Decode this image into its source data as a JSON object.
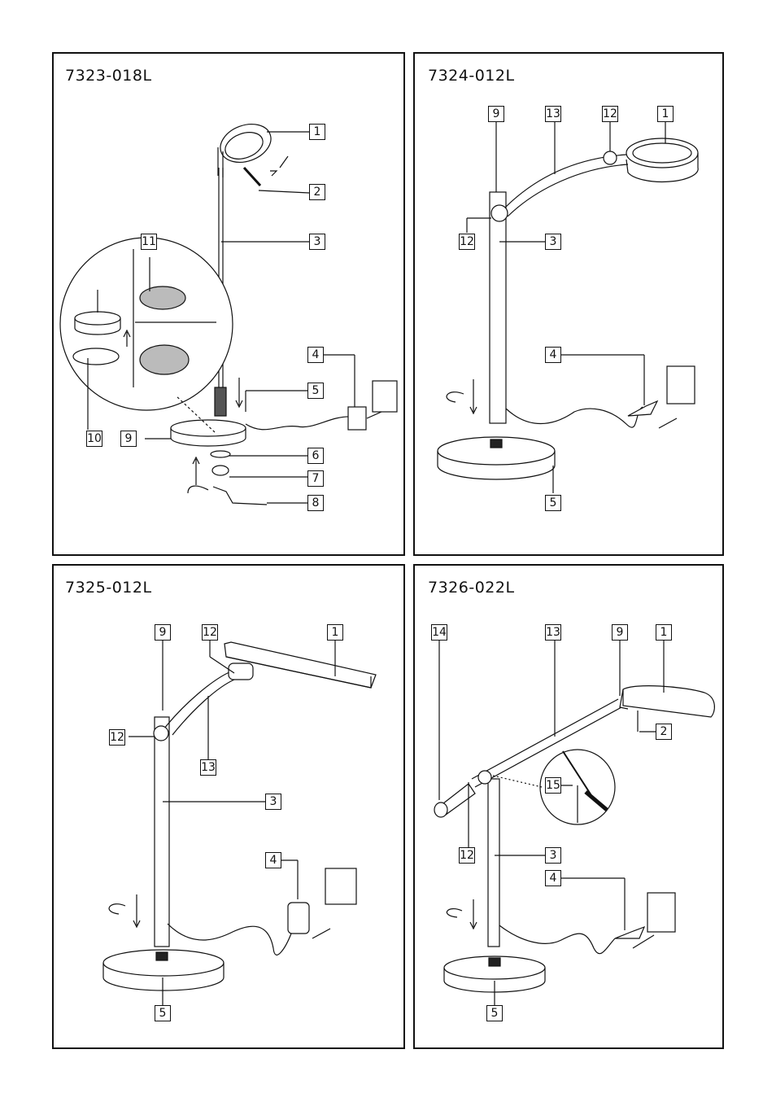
{
  "panels": [
    {
      "model": "7323-018L",
      "labels": {
        "l1": "1",
        "l2": "2",
        "l3": "3",
        "l4": "4",
        "l5": "5",
        "l6": "6",
        "l7": "7",
        "l8": "8",
        "l9": "9",
        "l10": "10",
        "l11": "11"
      }
    },
    {
      "model": "7324-012L",
      "labels": {
        "l9": "9",
        "l13": "13",
        "l12a": "12",
        "l1": "1",
        "l12b": "12",
        "l3": "3",
        "l4": "4",
        "l5": "5"
      }
    },
    {
      "model": "7325-012L",
      "labels": {
        "l9": "9",
        "l12a": "12",
        "l1": "1",
        "l12b": "12",
        "l13": "13",
        "l3": "3",
        "l4": "4",
        "l5": "5"
      }
    },
    {
      "model": "7326-022L",
      "labels": {
        "l14": "14",
        "l13": "13",
        "l9": "9",
        "l1": "1",
        "l2": "2",
        "l15": "15",
        "l12": "12",
        "l3": "3",
        "l4": "4",
        "l5": "5"
      }
    }
  ]
}
